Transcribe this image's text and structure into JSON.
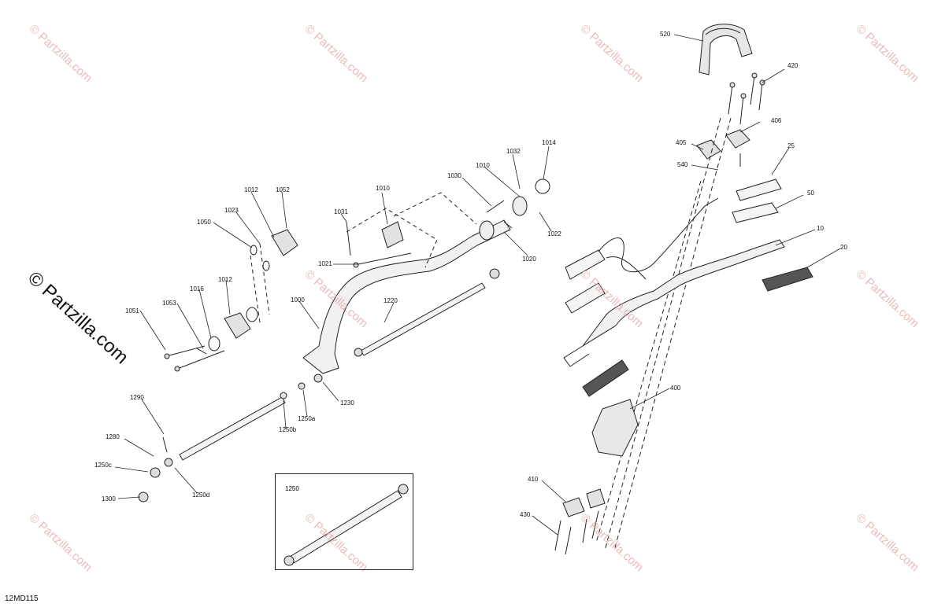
{
  "watermark": "© Partzilla.com",
  "diagram_code": "12MD115",
  "callouts": {
    "c520": "520",
    "c420": "420",
    "c406": "406",
    "c405": "405",
    "c540": "540",
    "c25": "25",
    "c50": "50",
    "c10": "10",
    "c20": "20",
    "c400": "400",
    "c410": "410",
    "c430": "430",
    "c1014": "1014",
    "c1032": "1032",
    "c1010a": "1010",
    "c1010b": "1010",
    "c1030": "1030",
    "c1022": "1022",
    "c1020": "1020",
    "c1031": "1031",
    "c1021": "1021",
    "c1012a": "1012",
    "c1052": "1052",
    "c1023": "1023",
    "c1050": "1050",
    "c1016": "1016",
    "c1012b": "1012",
    "c1053": "1053",
    "c1051": "1051",
    "c1000": "1000",
    "c1220": "1220",
    "c1230": "1230",
    "c1250a": "1250a",
    "c1250b": "1250b",
    "c1290": "1290",
    "c1280": "1280",
    "c1250c": "1250c",
    "c1250d": "1250d",
    "c1300": "1300"
  },
  "inset": {
    "label": "1250"
  }
}
